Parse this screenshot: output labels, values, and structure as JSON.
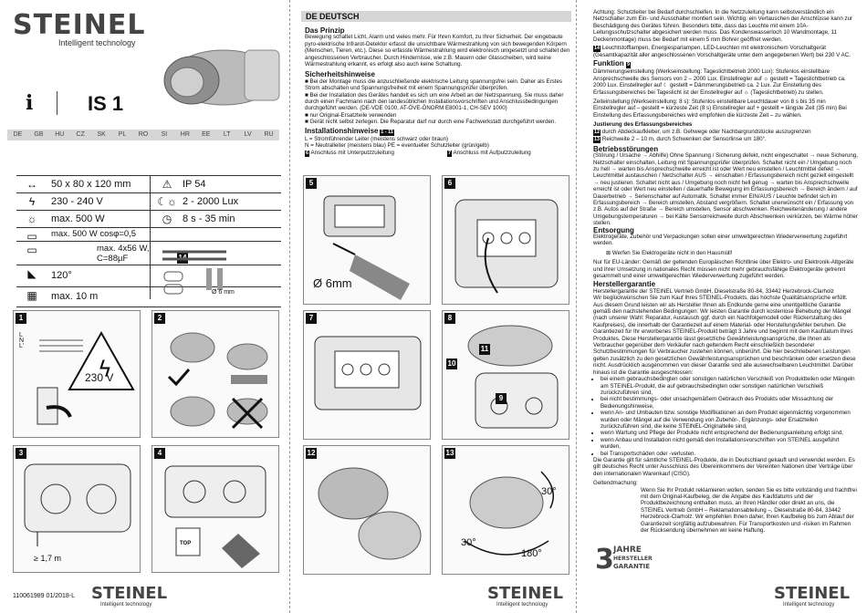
{
  "brand": {
    "name": "STEINEL",
    "tagline": "Intelligent technology"
  },
  "model": {
    "info_icon": "i",
    "name": "IS 1"
  },
  "languages": [
    "DE",
    "GB",
    "HU",
    "CZ",
    "SK",
    "PL",
    "RO",
    "SI",
    "HR",
    "EE",
    "LT",
    "LV",
    "RU"
  ],
  "specs": [
    {
      "icon": "dimensions-icon",
      "glyph": "↔",
      "value": "50 x 80 x 120 mm"
    },
    {
      "icon": "voltage-icon",
      "glyph": "ϟ",
      "value": "230 - 240 V"
    },
    {
      "icon": "lamp-icon",
      "glyph": "☼",
      "value": "max. 500 W"
    },
    {
      "icon": "load-icon",
      "glyph": "▭",
      "value": "max. 500 W cosφ=0,5"
    },
    {
      "icon": "fluorescent-icon",
      "glyph": "▭",
      "value": "max. 4x56 W, C=88µF"
    },
    {
      "icon": "angle-icon",
      "glyph": "◣",
      "value": "120°"
    },
    {
      "icon": "range-icon",
      "glyph": "▦",
      "value": "max. 10 m"
    }
  ],
  "specs_right": [
    {
      "icon": "ip-icon",
      "glyph": "⚠",
      "value": "IP 54"
    },
    {
      "icon": "twilight-icon",
      "glyph": "☾☼",
      "value": "2 - 2000 Lux"
    },
    {
      "icon": "timer-icon",
      "glyph": "◷",
      "value": "8 s - 35 min"
    }
  ],
  "spec_ref": "14",
  "diagram_labels": {
    "drill": "Ø 6mm",
    "dowel": "Ø 6 mm",
    "voltage": "230 V",
    "height": "≥ 1,7 m",
    "top": "TOP",
    "angle1": "30°",
    "angle2": "30°",
    "angle3": "180°",
    "wires": [
      "L",
      "N",
      "L'"
    ]
  },
  "steps": [
    "1",
    "2",
    "3",
    "4",
    "5",
    "6",
    "7",
    "8",
    "9",
    "10",
    "11",
    "12",
    "13"
  ],
  "footer": {
    "code": "110061989 01/2018-L"
  },
  "de": {
    "lang": "DE  DEUTSCH",
    "h_prinzip": "Das Prinzip",
    "prinzip": "Bewegung schaltet Licht, Alarm und vieles mehr. Für Ihren Komfort, zu Ihrer Sicherheit. Der eingebaute pyro-elektrische Infrarot-Detektor erfasst die unsichtbare Wärmestrahlung von sich bewegenden Körpern (Menschen, Tieren, etc.). Diese so erfasste Wärmestrahlung wird elektronisch umgesetzt und schaltet den angeschlossenen Verbraucher. Durch Hindernisse, wie z.B. Mauern oder Glasscheiben, wird keine Wärmestrahlung erkannt, es erfolgt also auch keine Schaltung.",
    "h_sicherheit": "Sicherheitshinweise",
    "sicherheit": [
      "Bei der Montage muss die anzuschließende elektrische Leitung spannungsfrei sein. Daher als Erstes Strom abschalten und Spannungsfreiheit mit einem Spannungsprüfer überprüfen.",
      "Bei der Installation des Gerätes handelt es sich um eine Arbeit an der Netzspannung. Sie muss daher durch einen Fachmann nach den landesüblichen Installationsvorschriften und Anschlussbedingungen durchgeführt werden. (DE-VDE 0100, AT-ÖVE-ÖNORM E8001-1, CH-SEV 1000)",
      "nur Original-Ersatzteile verwenden",
      "Gerät nicht selbst zerlegen. Die Reparatur darf nur durch eine Fachwerkstatt durchgeführt werden."
    ],
    "h_installation": "Installationshinweise",
    "installation_ref": "1 - 11",
    "installation": [
      "L = Stromführender Leiter (meistens schwarz oder braun)",
      "N = Neutralleiter (meistens blau)   PE = eventueller Schutzleiter (grün/gelb)"
    ],
    "anschluss_unter": "Anschluss mit Unterputzzuleitung",
    "anschluss_auf": "Anschluss mit Aufputzzuleitung"
  },
  "de2": {
    "achtung": "Achtung: Schutzleiter bei Bedarf durchschleifen. In die Netzzuleitung kann selbstverständlich ein Netzschalter zum Ein- und Ausschalter montiert sein. Wichtig: ein Vertauschen der Anschlüsse kann zur Beschädigung des Gerätes führen. Besonders bitte, dass das Leuchte mit einem 10A-Leitungsschutzschalter abgesichert werden muss. Das Kondenswasserloch 10 Wandmontage, 11 Deckenmontage) muss bei Bedarf mit einem 5 mm Bohrer geöffnet werden.",
    "leuchtstoff": "Leuchtstofflampen, Energiesparlampen, LED-Leuchten mit elektronischem Vorschaltgerät (Gesamtkapazität aller angeschlossenen Vorschaltgeräte unter dem angegebenen Wert) bei 230 V AC.",
    "h_funktion": "Funktion",
    "daemmerung": "Dämmerungseinstellung (Werkseinstellung: Tageslichtbetrieb 2000 Lux): Stufenlos einstellbare Ansprechschwelle des Sensors von 2 – 2000 Lux. Einstellregler auf ☼ gestellt = Tageslichtbetrieb ca. 2000 Lux. Einstellregler auf ☾ gestellt = Dämmerungsbetrieb ca. 2 Lux. Zur Einstellung des Erfassungsbereiches bei Tageslicht ist der Einstellregler auf ☼ (Tageslichtbetrieb) zu stellen.",
    "zeit": "Zeiteinstellung (Werkseinstellung: 8 s): Stufenlos einstellbare Leuchtdauer von 8 s bis 35 min Einstellregler auf – gestellt = kürzeste Zeit (8 s) Einstellregler auf + gestellt = längste Zeit (35 min) Bei Einstellung des Erfassungsbereiches wird empfohlen die kürzeste Zeit – zu wählen.",
    "h_justierung": "Justierung des Erfassungsbereiches",
    "justierung1": "durch Abdeckaufkleber, um z.B. Gehwege oder Nachbargrundstücke auszugrenzen",
    "justierung2": "Reichweite 2 – 10 m, durch Schwenken der Sensorlinse um 180°.",
    "h_stoerungen": "Betriebsstörungen",
    "stoerungen": "(Störung / Ursache → Abhilfe) Ohne Spannung / Sicherung defekt, nicht eingeschaltet → neue Sicherung, Netzschalter einschalten, Leitung mit Spannungsprüfer überprüfen. Schaltet nicht ein / Umgebung noch zu hell → warten bis Ansprechschwelle erreicht ist oder Wert neu einstellen / Leuchtmittel defekt → Leuchtmittel austauschen / Netzschalter AUS → einschalten / Erfassungsbereich nicht gezielt eingestellt → neu justieren. Schaltet nicht aus / Umgebung noch nicht hell genug → warten bis Ansprechschwelle erreicht ist oder Wert neu einstellen / dauerhafte Bewegung im Erfassungsbereich → Bereich ändern / auf Dauerbetrieb → Serienschalter auf Automatik. Schaltet immer EIN/AUS / Leuchte befindet sich im Erfassungsbereich → Bereich umstellen, Abstand vergrößern. Schaltet unerwünscht ein / Erfassung von z.B. Autos auf der Straße → Bereich umstellen, Sensor abschwenken. Reichweitenänderung / andere Umgebungstemperaturen → bei Kälte Sensorreichweite durch Abschwenken verkürzen, bei Wärme höher stellen.",
    "h_entsorgung": "Entsorgung",
    "entsorgung": "Elektrogeräte, Zubehör und Verpackungen sollen einer umweltgerechten Wiederverwertung zugeführt werden.",
    "hausmuell": "Werfen Sie Elektrogeräte nicht in den Hausmüll!",
    "eu": "Nur für EU-Länder: Gemäß der geltenden Europäischen Richtlinie über Elektro- und Elektronik-Altgeräte und ihrer Umsetzung in nationales Recht müssen nicht mehr gebrauchsfähige Elektrogeräte getrennt gesammelt und einer umweltgerechten Wiederverwertung zugeführt werden.",
    "h_garantie": "Herstellergarantie",
    "garantie_addr": "Herstellergarantie der STEINEL Vertrieb GmbH, Dieselstraße 80-84, 33442 Herzebrock-Clarholz",
    "garantie": "Wir beglückwünschen Sie zum Kauf Ihres STEINEL-Produkts, das höchste Qualitätsansprüche erfüllt. Aus diesem Grund leisten wir als Hersteller Ihnen als Endkunde gerne eine unentgeltliche Garantie gemäß den nachstehenden Bedingungen: Wir leisten Garantie durch kostenlose Behebung der Mängel (nach unserer Wahl: Reparatur, Austausch ggf. durch ein Nachfolgemodell oder Rückerstattung des Kaufpreises), die innerhalb der Garantiezeit auf einem Material- oder Herstellungsfehler beruhen. Die Garantiezeit für Ihr erworbenes STEINEL-Produkt beträgt 3 Jahre und beginnt mit dem Kaufdatum Ihres Produktes. Diese Herstellergarantie lässt gesetzliche Gewährleistungsansprüche, die Ihnen als Verbraucher gegenüber dem Verkäufer nach geltendem Recht einschließlich besonderer Schutzbestimmungen für Verbraucher zustehen können, unberührt. Die hier beschriebenen Leistungen gelten zusätzlich zu den gesetzlichen Gewährleistungsansprüchen und beschränken oder ersetzen diese nicht. Ausdrücklich ausgenommen von dieser Garantie sind alle auswechselbaren Leuchtmittel. Darüber hinaus ist die Garantie ausgeschlossen:",
    "ausschluss": [
      "bei einem gebrauchsbedingten oder sonstigen natürlichen Verschleiß von Produktteilen oder Mängeln am STEINEL-Produkt, die auf gebrauchsbedingten oder sonstigen natürlichen Verschleiß zurückzuführen sind,",
      "bei nicht bestimmungs- oder unsachgemäßem Gebrauch des Produkts oder Missachtung der Bedienungshinweise,",
      "wenn An- und Umbauten bzw. sonstige Modifikationen an dem Produkt eigenmächtig vorgenommen wurden oder Mängel auf die Verwendung von Zubehör-, Ergänzungs- oder Ersatzteilen zurückzuführen sind, die keine STEINEL-Originalteile sind,",
      "wenn Wartung und Pflege der Produkte nicht entsprechend der Bedienungsanleitung erfolgt sind,",
      "wenn Anbau und Installation nicht gemäß den Installationsvorschriften von STEINEL ausgeführt wurden,",
      "bei Transportschäden oder -verlusten."
    ],
    "gilt": "Die Garantie gilt für sämtliche STEINEL-Produkte, die in Deutschland gekauft und verwendet werden. Es gilt deutsches Recht unter Ausschluss des Übereinkommens der Vereinten Nationen über Verträge über den internationalen Warenkauf (CISG).",
    "h_geltend": "Geltendmachung:",
    "geltend": "Wenn Sie Ihr Produkt reklamieren wollen, senden Sie es bitte vollständig und frachtfrei mit dem Original-Kaufbeleg, der die Angabe des Kaufdatums und der Produktbezeichnung enthalten muss, an Ihren Händler oder direkt an uns, die STEINEL Vertrieb GmbH – Reklamationsabteilung –, Dieselstraße 80-84, 33442 Herzebrock-Clarholz. Wir empfehlen Ihnen daher, Ihren Kaufbeleg bis zum Ablauf der Garantiezeit sorgfältig aufzubewahren. Für Transportkosten und -risiken im Rahmen der Rücksendung übernehmen wir keine Haftung.",
    "jahre_num": "3",
    "jahre": [
      "JAHRE",
      "HERSTELLER",
      "GARANTIE"
    ]
  }
}
